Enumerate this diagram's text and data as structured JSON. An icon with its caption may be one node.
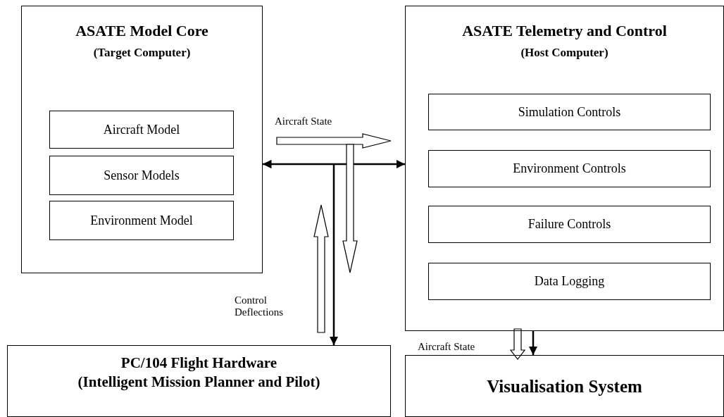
{
  "diagram": {
    "nodes": [
      {
        "text": [
          "ASATE Model Core",
          "(Target Computer)"
        ]
      },
      {
        "text": [
          "Aircraft Model"
        ],
        "in": 0
      },
      {
        "text": [
          "Sensor Models"
        ],
        "in": 0
      },
      {
        "text": [
          "Environment Model"
        ],
        "in": 0
      },
      {
        "text": [
          "ASATE Telemetry and Control",
          "(Host Computer)"
        ]
      },
      {
        "text": [
          "Simulation Controls"
        ],
        "in": 4
      },
      {
        "text": [
          "Environment Controls"
        ],
        "in": 4
      },
      {
        "text": [
          "Failure Controls"
        ],
        "in": 4
      },
      {
        "text": [
          "Data Logging"
        ],
        "in": 4
      },
      {
        "text": [
          "PC/104 Flight Hardware",
          "(Intelligent Mission Planner and Pilot)"
        ]
      },
      {
        "text": [
          "Visualisation System"
        ]
      }
    ],
    "edges": [
      {
        "from": 0,
        "to": 4,
        "arrow": "both"
      },
      {
        "from": null,
        "to": 9,
        "arrow": "to"
      },
      {
        "from": 4,
        "to": 10,
        "arrow": "to"
      }
    ],
    "labels": [
      "Aircraft State",
      "Control Deflections",
      "Aircraft State"
    ]
  }
}
